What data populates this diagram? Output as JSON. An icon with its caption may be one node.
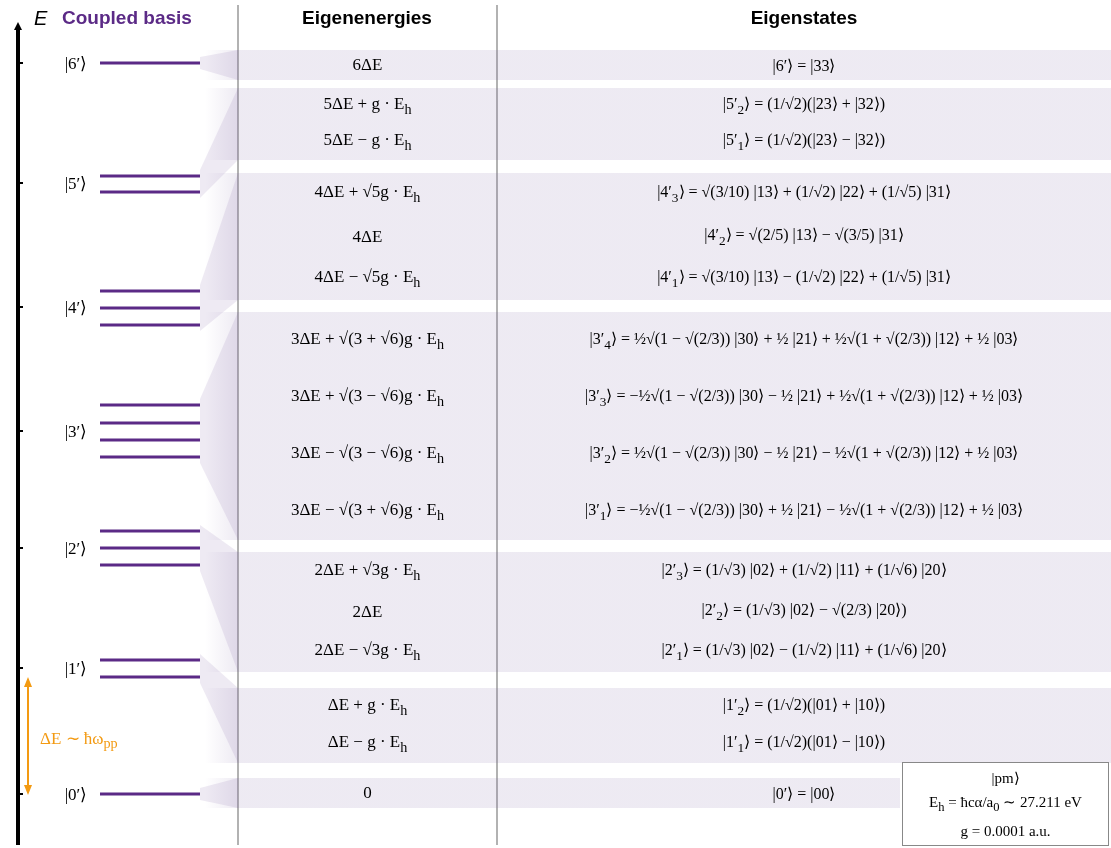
{
  "diagram": {
    "nodes": [
      {
        "text": [
          "6ΔE",
          "|6′⟩ = |33⟩"
        ]
      },
      {
        "text": [
          "5ΔE + g · E$_{h}$",
          "5ΔE − g · E$_{h}$",
          "|5′$_{2}$⟩ = (1/√2)(|23⟩ + |32⟩)",
          "|5′$_{1}$⟩ = (1/√2)(|23⟩ − |32⟩)"
        ]
      },
      {
        "text": [
          "4ΔE + √5g · E$_{h}$",
          "4ΔE",
          "4ΔE − √5g · E$_{h}$",
          "|4′$_{3}$⟩ = √(3/10) |13⟩ + (1/√2) |22⟩ + (1/√5) |31⟩",
          "|4′$_{2}$⟩ = √(2/5) |13⟩ − √(3/5) |31⟩",
          "|4′$_{1}$⟩ = √(3/10) |13⟩ − (1/√2) |22⟩ + (1/√5) |31⟩"
        ]
      },
      {
        "text": [
          "3ΔE + √(3 + √6)g · E$_{h}$",
          "3ΔE + √(3 − √6)g · E$_{h}$",
          "3ΔE − √(3 − √6)g · E$_{h}$",
          "3ΔE − √(3 + √6)g · E$_{h}$",
          "|3′$_{4}$⟩ = ½√(1 − √(2/3)) |30⟩ + ½ |21⟩ + ½√(1 + √(2/3)) |12⟩ + ½ |03⟩",
          "|3′$_{3}$⟩ = −½√(1 − √(2/3)) |30⟩ − ½ |21⟩ + ½√(1 + √(2/3)) |12⟩ + ½ |03⟩",
          "|3′$_{2}$⟩ = ½√(1 − √(2/3)) |30⟩ − ½ |21⟩ − ½√(1 + √(2/3)) |12⟩ + ½ |03⟩",
          "|3′$_{1}$⟩ = −½√(1 − √(2/3)) |30⟩ + ½ |21⟩ − ½√(1 + √(2/3)) |12⟩ + ½ |03⟩"
        ]
      },
      {
        "text": [
          "2ΔE + √3g · E$_{h}$",
          "2ΔE",
          "2ΔE − √3g · E$_{h}$",
          "|2′$_{3}$⟩ = (1/√3) |02⟩ + (1/√2) |11⟩ + (1/√6) |20⟩",
          "|2′$_{2}$⟩ = (1/√3) |02⟩ − √(2/3) |20⟩)",
          "|2′$_{1}$⟩ = (1/√3) |02⟩ − (1/√2) |11⟩ + (1/√6) |20⟩"
        ]
      },
      {
        "text": [
          "ΔE + g · E$_{h}$",
          "ΔE − g · E$_{h}$",
          "|1′$_{2}$⟩ = (1/√2)(|01⟩ + |10⟩)",
          "|1′$_{1}$⟩ = (1/√2)(|01⟩ − |10⟩)"
        ]
      },
      {
        "text": [
          "0",
          "|0′⟩ = |00⟩"
        ]
      },
      {
        "text": [
          "|pm⟩",
          "E$_{h}$ = ħcα/a$_{0}$ ∼ 27.211 eV",
          "g = 0.0001 a.u."
        ]
      }
    ],
    "labels": [
      "E",
      "Coupled basis",
      "Eigenenergies",
      "Eigenstates",
      "|6′⟩",
      "|5′⟩",
      "|4′⟩",
      "|3′⟩",
      "|2′⟩",
      "|1′⟩",
      "ΔE ∼ ħω$_{pp}$",
      "|0′⟩"
    ]
  }
}
